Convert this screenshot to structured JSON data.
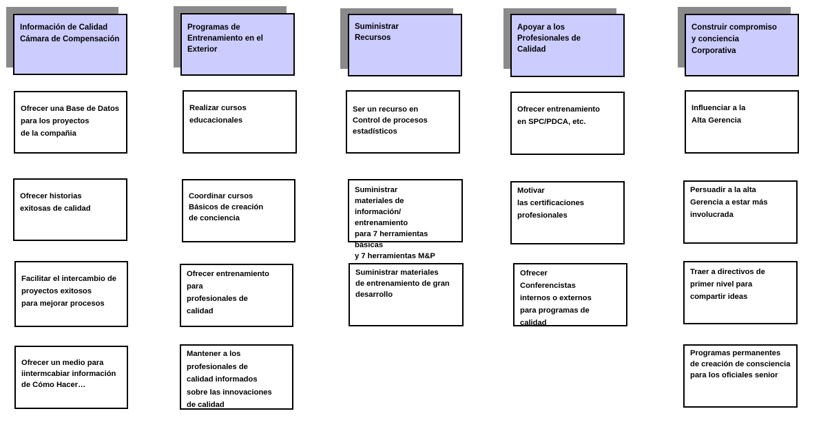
{
  "columns": [
    {
      "header": "Información de Calidad\nCámara de Compensación",
      "items": [
        "Ofrecer una Base de Datos\npara los  proyectos\nde la compañia",
        "Ofrecer historias\nexitosas de calidad",
        "Facilitar el intercambio de\nproyectos exitosos\npara mejorar procesos",
        "Ofrecer un medio para\niintermcabiar información\nde Cómo Hacer…"
      ]
    },
    {
      "header": "Programas de\nEntrenamiento en el\nExterior",
      "items": [
        "Realizar cursos\neducacionales",
        "Coordinar cursos\nBásicos de creación\nde conciencia",
        "Ofrecer entrenamiento\npara\nprofesionales de\ncalidad",
        "Mantener a los\nprofesionales de\ncalidad informados\nsobre las innovaciones\nde calidad"
      ]
    },
    {
      "header": "Suministrar\nRecursos",
      "items": [
        "Ser un recurso en\nControl de procesos\nestadísticos",
        "Suministrar\nmateriales de\ninformación/ entrenamiento\npara 7 herramientas básicas\n y 7 herramientas   M&P",
        "Suministrar materiales\nde entrenamiento de gran\ndesarrollo"
      ]
    },
    {
      "header": "Apoyar  a los\nProfesionales de\nCalidad",
      "items": [
        "Ofrecer entrenamiento\nen SPC/PDCA, etc.",
        "Motivar\nlas certificaciones\nprofesionales",
        "Ofrecer\nConferencistas\ninternos o externos\npara programas de\ncalidad"
      ]
    },
    {
      "header": "Construir compromiso\ny conciencia\nCorporativa",
      "items": [
        "Influenciar a la\nAlta Gerencia",
        "Persuadir a la alta\nGerencia a estar más\ninvolucrada",
        "Traer a directivos de\nprimer nivel para\ncompartir ideas",
        "Programas permanentes\nde creación de consciencia\npara los oficiales senior"
      ]
    }
  ]
}
